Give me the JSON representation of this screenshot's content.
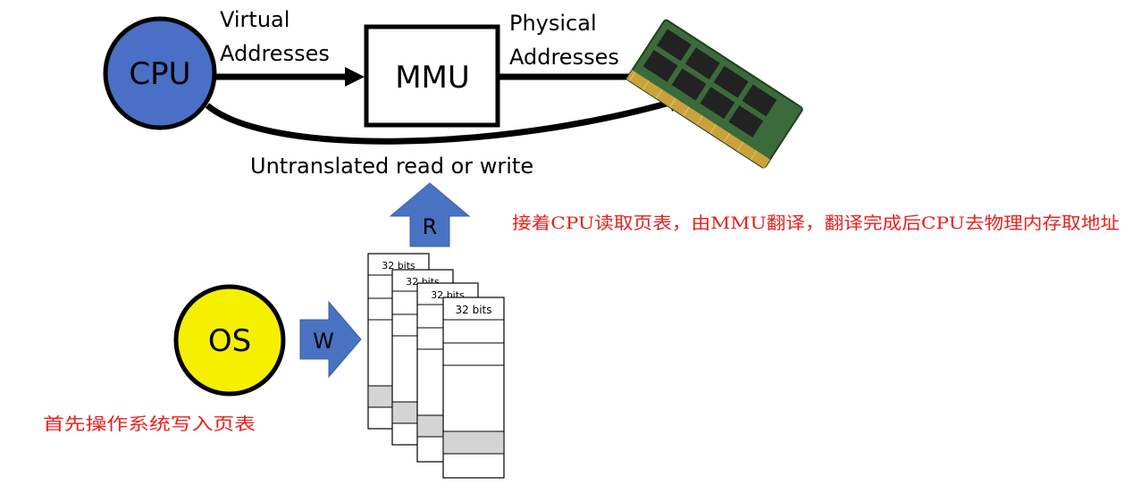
{
  "diagram": {
    "nodes": {
      "cpu": "CPU",
      "mmu": "MMU",
      "os": "OS"
    },
    "edges": {
      "virtual_line1": "Virtual",
      "virtual_line2": "Addresses",
      "physical_line1": "Physical",
      "physical_line2": "Addresses",
      "untranslated": "Untranslated read or write"
    },
    "arrows": {
      "read": "R",
      "write": "W"
    },
    "page_table": {
      "header": "32 bits",
      "stack_count": 4
    },
    "annotations": {
      "top_note": "接着CPU读取页表，由MMU翻译，翻译完成后CPU去物理内存取地址",
      "bottom_note": "首先操作系统写入页表"
    },
    "colors": {
      "cpu_fill": "#4a6fc6",
      "os_fill": "#f5f000",
      "arrow_fill": "#4a72c2",
      "note_text": "#e8201e",
      "shaded_cell": "#d4d4d4",
      "ram_pcb": "#3b6b3a"
    }
  }
}
